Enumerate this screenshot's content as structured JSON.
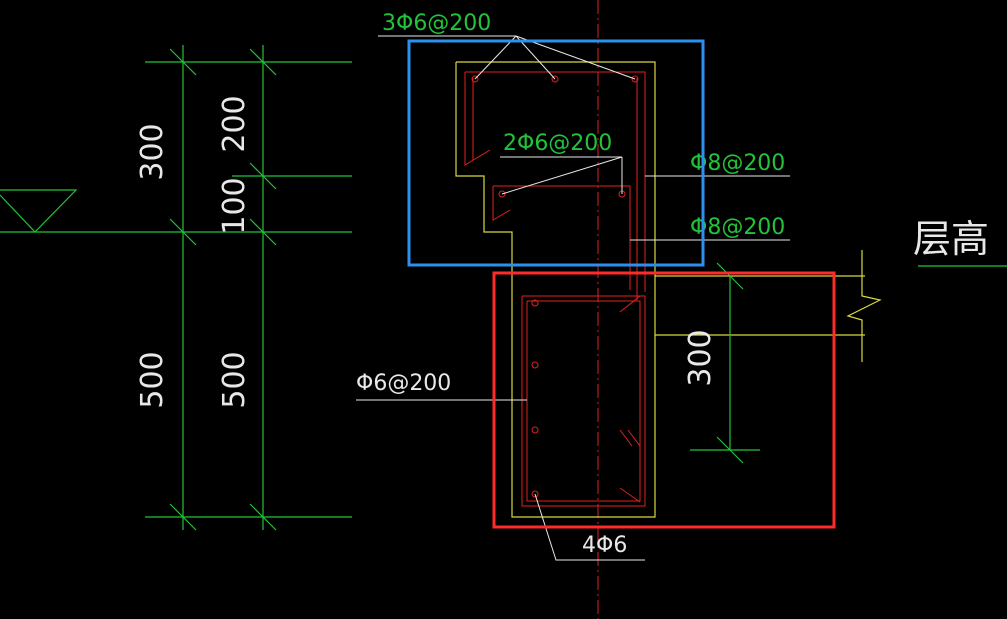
{
  "colors": {
    "background": "#000000",
    "dimension": "#22c33a",
    "concrete_outline": "#d8d840",
    "rebar": "#e02020",
    "leader": "#ffffff",
    "label_green": "#22c33a",
    "label_white": "#e8e8e8",
    "centerline": "#e02020",
    "highlight_blue": "#2e8ff0",
    "highlight_red": "#ff2a2a"
  },
  "dimensions": {
    "left_outer_top": "300",
    "left_outer_bottom": "500",
    "left_inner_top": "200",
    "left_inner_mid": "100",
    "left_inner_bottom": "500",
    "right_height": "300"
  },
  "labels": {
    "rebar_top": "3Φ6@200",
    "rebar_mid": "2Φ6@200",
    "stirrup_upper": "Φ8@200",
    "stirrup_lower": "Φ8@200",
    "rebar_side": "Φ6@200",
    "rebar_bottom": "4Φ6",
    "floor_height": "层高"
  },
  "icons": {
    "level_marker": "elevation-triangle-icon",
    "break_line": "break-symbol-icon"
  }
}
